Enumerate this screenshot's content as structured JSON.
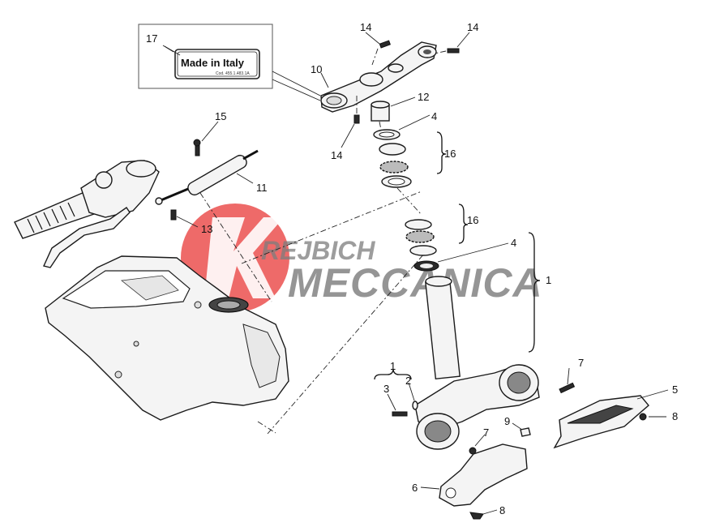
{
  "diagram": {
    "label_tag": {
      "text": "Made in Italy",
      "code": "Cod. 455.1.483.1A"
    },
    "watermark": {
      "line1": "REJBICH",
      "line2": "MECCANICA",
      "logo_color": "#e8312f"
    },
    "callouts": [
      {
        "id": "c1a",
        "text": "1"
      },
      {
        "id": "c1b",
        "text": "1"
      },
      {
        "id": "c2",
        "text": "2"
      },
      {
        "id": "c3",
        "text": "3"
      },
      {
        "id": "c4a",
        "text": "4"
      },
      {
        "id": "c4b",
        "text": "4"
      },
      {
        "id": "c5",
        "text": "5"
      },
      {
        "id": "c6",
        "text": "6"
      },
      {
        "id": "c7a",
        "text": "7"
      },
      {
        "id": "c7b",
        "text": "7"
      },
      {
        "id": "c8a",
        "text": "8"
      },
      {
        "id": "c8b",
        "text": "8"
      },
      {
        "id": "c9",
        "text": "9"
      },
      {
        "id": "c10",
        "text": "10"
      },
      {
        "id": "c11",
        "text": "11"
      },
      {
        "id": "c12",
        "text": "12"
      },
      {
        "id": "c13",
        "text": "13"
      },
      {
        "id": "c14a",
        "text": "14"
      },
      {
        "id": "c14b",
        "text": "14"
      },
      {
        "id": "c14c",
        "text": "14"
      },
      {
        "id": "c15",
        "text": "15"
      },
      {
        "id": "c16a",
        "text": "16"
      },
      {
        "id": "c16b",
        "text": "16"
      },
      {
        "id": "c17",
        "text": "17"
      }
    ]
  }
}
